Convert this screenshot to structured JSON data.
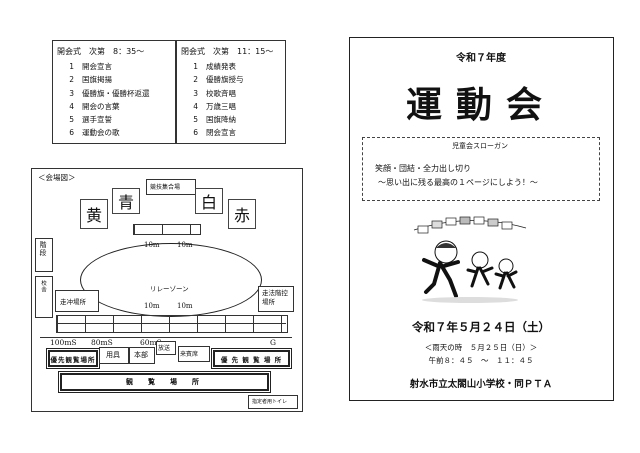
{
  "opening": {
    "header": "開会式　次第　8：35～",
    "items": [
      {
        "n": "1",
        "t": "開会宣言"
      },
      {
        "n": "2",
        "t": "国旗掲揚"
      },
      {
        "n": "3",
        "t": "優勝旗・優勝杯返還"
      },
      {
        "n": "4",
        "t": "開会の言葉"
      },
      {
        "n": "5",
        "t": "選手宣誓"
      },
      {
        "n": "6",
        "t": "運動会の歌"
      }
    ]
  },
  "closing": {
    "header": "閉会式　次第　11：15～",
    "items": [
      {
        "n": "1",
        "t": "成績発表"
      },
      {
        "n": "2",
        "t": "優勝旗授与"
      },
      {
        "n": "3",
        "t": "校歌斉唱"
      },
      {
        "n": "4",
        "t": "万歳三唱"
      },
      {
        "n": "5",
        "t": "国旗降納"
      },
      {
        "n": "6",
        "t": "閉会宣言"
      }
    ]
  },
  "map": {
    "title": "＜会場図＞",
    "teams": {
      "yellow": "黄",
      "blue": "青",
      "white": "白",
      "red": "赤"
    },
    "assembly": "競技集合場",
    "stairs": "階段",
    "schoolbuilding": "校舎",
    "relay_zone": "リレーゾーン",
    "distances": {
      "top_left": "10m",
      "top_right": "10m",
      "bottom_left": "10m",
      "bottom_right": "10m"
    },
    "waiting_left": "走冲場所",
    "waiting_right": "走法階控場所",
    "starts": {
      "s100": "100mS",
      "s80": "80mS",
      "s60": "60mS",
      "goal": "G"
    },
    "priority_left": "優先観覧場所",
    "priority_right": "優 先 観 覧 場 所",
    "tools": "用具",
    "hq": "本部",
    "broadcast": "放送",
    "guests": "来賓席",
    "spectators": "観　覧　場　所",
    "footer_note": "指定者用トイレ"
  },
  "cover": {
    "era": "令和７年度",
    "title": "運動会",
    "slogan_header": "児童会スローガン",
    "slogan_line1": "笑顔・団結・全力出し切り",
    "slogan_line2": "～思い出に残る最高の１ページにしよう！～",
    "date": "令和７年５月２４日（土）",
    "rain_day": "＜雨天の時　５月２５日（日）＞",
    "time": "午前８：４５　～　１１：４５",
    "organizer": "射水市立太閤山小学校・同ＰＴＡ"
  }
}
